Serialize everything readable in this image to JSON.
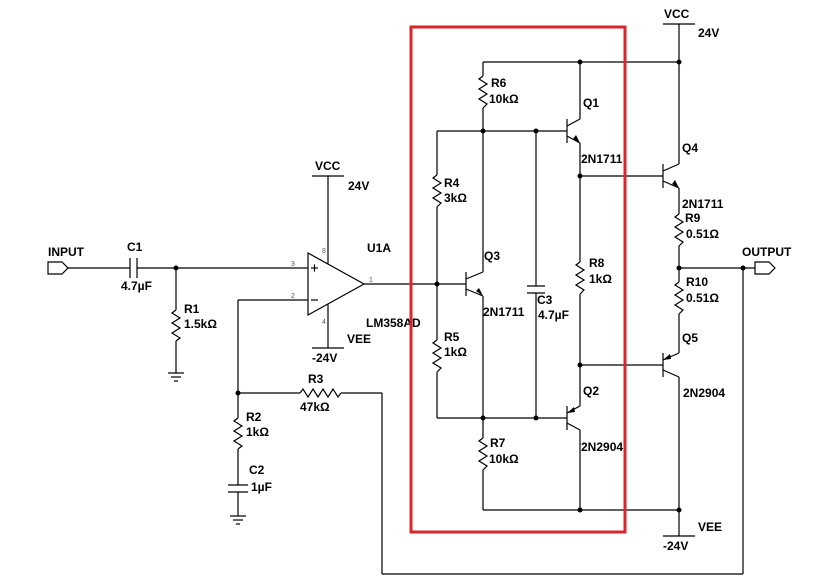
{
  "labels": {
    "input": "INPUT",
    "output": "OUTPUT",
    "vcc_left": "VCC",
    "vcc_left_val": "24V",
    "vcc_right": "VCC",
    "vcc_right_val": "24V",
    "vee_left": "VEE",
    "vee_left_val": "-24V",
    "vee_right": "VEE",
    "vee_right_val": "-24V"
  },
  "components": {
    "c1": {
      "name": "C1",
      "value": "4.7µF"
    },
    "r1": {
      "name": "R1",
      "value": "1.5kΩ"
    },
    "u1a": {
      "name": "U1A",
      "value": "LM358AD"
    },
    "r2": {
      "name": "R2",
      "value": "1kΩ"
    },
    "c2": {
      "name": "C2",
      "value": "1µF"
    },
    "r3": {
      "name": "R3",
      "value": "47kΩ"
    },
    "r4": {
      "name": "R4",
      "value": "3kΩ"
    },
    "r5": {
      "name": "R5",
      "value": "1kΩ"
    },
    "r6": {
      "name": "R6",
      "value": "10kΩ"
    },
    "r7": {
      "name": "R7",
      "value": "10kΩ"
    },
    "r8": {
      "name": "R8",
      "value": "1kΩ"
    },
    "c3": {
      "name": "C3",
      "value": "4.7µF"
    },
    "q1": {
      "name": "Q1",
      "value": "2N1711"
    },
    "q2": {
      "name": "Q2",
      "value": "2N2904"
    },
    "q3": {
      "name": "Q3",
      "value": "2N1711"
    },
    "q4": {
      "name": "Q4",
      "value": "2N1711"
    },
    "q5": {
      "name": "Q5",
      "value": "2N2904"
    },
    "r9": {
      "name": "R9",
      "value": "0.51Ω"
    },
    "r10": {
      "name": "R10",
      "value": "0.51Ω"
    }
  },
  "pins": {
    "p3": "3",
    "p2": "2",
    "p1": "1",
    "p8": "8",
    "p4": "4"
  },
  "highlight_color": "#d9262c"
}
